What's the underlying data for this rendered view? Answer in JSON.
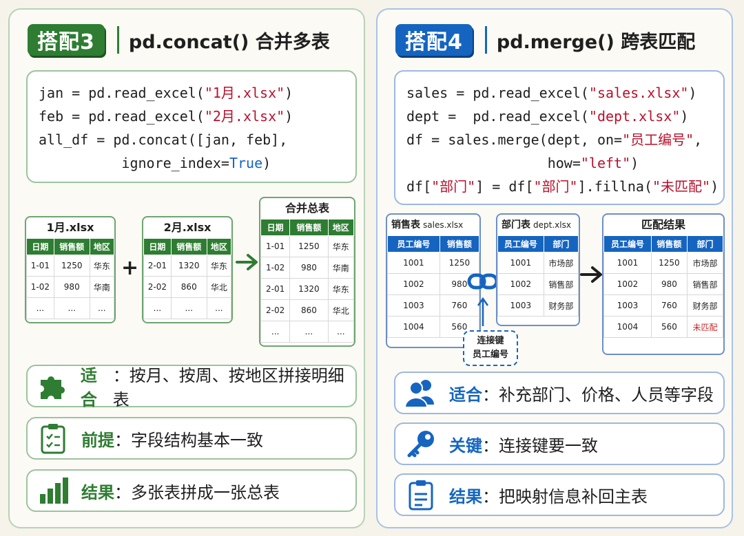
{
  "left": {
    "badge": "搭配3",
    "title": "pd.concat() 合并多表",
    "code": {
      "l1a": "jan = pd.read_excel(",
      "l1s": "\"1月.xlsx\"",
      "l1b": ")",
      "l2a": "feb = pd.read_excel(",
      "l2s": "\"2月.xlsx\"",
      "l2b": ")",
      "l3": "all_df = pd.concat([jan, feb],",
      "l4a": "          ignore_index=",
      "l4k": "True",
      "l4b": ")"
    },
    "tables": {
      "jan": {
        "title": "1月.xlsx",
        "headers": [
          "日期",
          "销售额",
          "地区"
        ],
        "rows": [
          [
            "1-01",
            "1250",
            "华东"
          ],
          [
            "1-02",
            "980",
            "华南"
          ],
          [
            "...",
            "...",
            "..."
          ]
        ]
      },
      "feb": {
        "title": "2月.xlsx",
        "headers": [
          "日期",
          "销售额",
          "地区"
        ],
        "rows": [
          [
            "2-01",
            "1320",
            "华东"
          ],
          [
            "2-02",
            "860",
            "华北"
          ],
          [
            "...",
            "...",
            "..."
          ]
        ]
      },
      "total": {
        "title": "合并总表",
        "headers": [
          "日期",
          "销售额",
          "地区"
        ],
        "rows": [
          [
            "1-01",
            "1250",
            "华东"
          ],
          [
            "1-02",
            "980",
            "华南"
          ],
          [
            "2-01",
            "1320",
            "华东"
          ],
          [
            "2-02",
            "860",
            "华北"
          ],
          [
            "...",
            "...",
            "..."
          ]
        ]
      }
    },
    "plus": "+",
    "features": [
      {
        "key": "适合",
        "value": "：按月、按周、按地区拼接明细表"
      },
      {
        "key": "前提",
        "value": "：字段结构基本一致"
      },
      {
        "key": "结果",
        "value": "：多张表拼成一张总表"
      }
    ]
  },
  "right": {
    "badge": "搭配4",
    "title": "pd.merge() 跨表匹配",
    "code": {
      "l1a": "sales = pd.read_excel(",
      "l1s": "\"sales.xlsx\"",
      "l1b": ")",
      "l2a": "dept =  pd.read_excel(",
      "l2s": "\"dept.xlsx\"",
      "l2b": ")",
      "l3a": "df = sales.merge(dept, on=",
      "l3s": "\"员工编号\"",
      "l3b": ",",
      "l4a": "                 how=",
      "l4s": "\"left\"",
      "l4b": ")",
      "l5a": "df[",
      "l5s1": "\"部门\"",
      "l5b": "] = df[",
      "l5s2": "\"部门\"",
      "l5c": "].fillna(",
      "l5s3": "\"未匹配\"",
      "l5d": ")"
    },
    "tables": {
      "sales": {
        "title": "销售表",
        "sub": "sales.xlsx",
        "headers": [
          "员工编号",
          "销售额"
        ],
        "rows": [
          [
            "1001",
            "1250"
          ],
          [
            "1002",
            "980"
          ],
          [
            "1003",
            "760"
          ],
          [
            "1004",
            "560"
          ]
        ]
      },
      "dept": {
        "title": "部门表",
        "sub": "dept.xlsx",
        "headers": [
          "员工编号",
          "部门"
        ],
        "rows": [
          [
            "1001",
            "市场部"
          ],
          [
            "1002",
            "销售部"
          ],
          [
            "1003",
            "财务部"
          ]
        ]
      },
      "result": {
        "title": "匹配结果",
        "headers": [
          "员工编号",
          "销售额",
          "部门"
        ],
        "rows": [
          [
            "1001",
            "1250",
            "市场部"
          ],
          [
            "1002",
            "980",
            "销售部"
          ],
          [
            "1003",
            "760",
            "财务部"
          ],
          [
            "1004",
            "560",
            "未匹配"
          ]
        ]
      }
    },
    "link_label_1": "连接键",
    "link_label_2": "员工编号",
    "features": [
      {
        "key": "适合",
        "value": "：补充部门、价格、人员等字段"
      },
      {
        "key": "关键",
        "value": "：连接键要一致"
      },
      {
        "key": "结果",
        "value": "：把映射信息补回主表"
      }
    ]
  },
  "colors": {
    "green": "#2e7d32",
    "blue": "#1565c0",
    "red": "#c62828"
  },
  "icons": [
    "puzzle-icon",
    "clipboard-list-icon",
    "bar-chart-icon",
    "users-icon",
    "key-icon",
    "document-icon",
    "link-icon",
    "arrow-right-icon",
    "arrow-up-icon"
  ]
}
